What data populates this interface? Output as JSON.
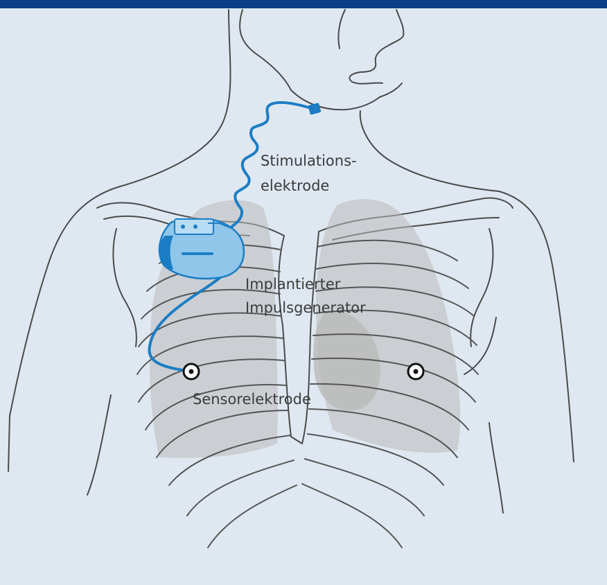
{
  "colors": {
    "background": "#dfe8f1",
    "header_bar": "#0a3f86",
    "outline": "#4a4a4a",
    "lung_fill": "#b9b9b9",
    "device": "#1b7dc4",
    "device_light": "#8fc6ea"
  },
  "labels": {
    "stimulation_electrode_line1": "Stimulations-",
    "stimulation_electrode_line2": "elektrode",
    "generator_line1": "Implantierter",
    "generator_line2": "Impulsgenerator",
    "sensor_electrode": "Sensorelektrode"
  }
}
